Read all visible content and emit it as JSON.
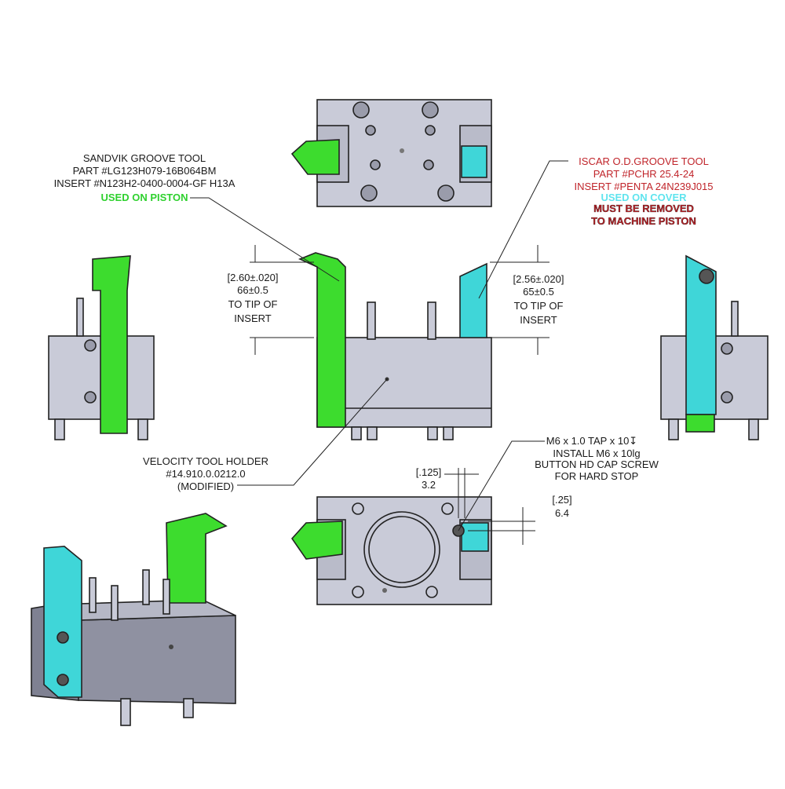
{
  "sandvik": {
    "line1": "SANDVIK GROOVE TOOL",
    "line2": "PART #LG123H079-16B064BM",
    "line3": "INSERT #N123H2-0400-0004-GF H13A",
    "line4": "USED ON PISTON"
  },
  "iscar": {
    "line1": "ISCAR O.D.GROOVE TOOL",
    "line2": "PART #PCHR 25.4-24",
    "line3": "INSERT #PENTA 24N239J015",
    "line4": "USED ON COVER",
    "line5": "MUST BE REMOVED",
    "line6": "TO MACHINE PISTON"
  },
  "dim_left": {
    "inch": "[2.60±.020]",
    "mm": "66±0.5",
    "note1": "TO TIP OF",
    "note2": "INSERT"
  },
  "dim_right": {
    "inch": "[2.56±.020]",
    "mm": "65±0.5",
    "note1": "TO TIP OF",
    "note2": "INSERT"
  },
  "holder": {
    "line1": "VELOCITY TOOL HOLDER",
    "line2": "#14.910.0.0212.0",
    "line3": "(MODIFIED)"
  },
  "tap": {
    "line1": "M6 x 1.0 TAP x 10",
    "depth_symbol": "↧",
    "line2": "INSTALL M6 x 10lg",
    "line3": "BUTTON HD CAP SCREW",
    "line4": "FOR HARD STOP"
  },
  "dim_125": {
    "inch": "[.125]",
    "mm": "3.2"
  },
  "dim_25": {
    "inch": "[.25]",
    "mm": "6.4"
  },
  "colors": {
    "green": "#3ddc2e",
    "cyan": "#3fd6d8",
    "body": "#c7c9d8",
    "body_dark": "#7f8192",
    "red": "#c0242a"
  }
}
